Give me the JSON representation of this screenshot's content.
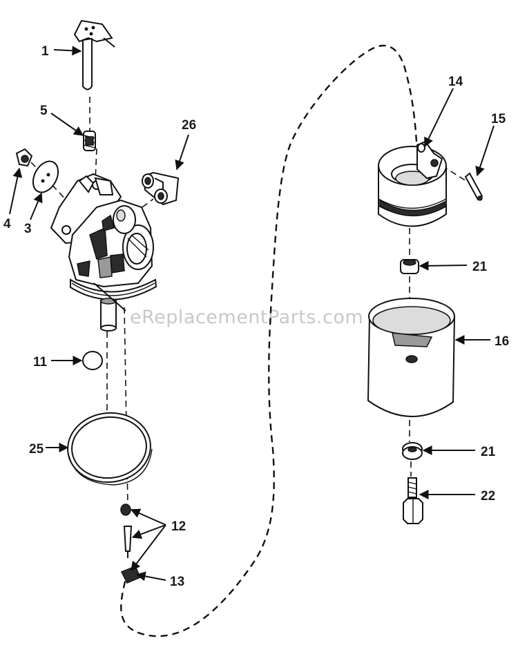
{
  "watermark": "eReplacementParts.com",
  "callouts": {
    "p1": "1",
    "p3": "3",
    "p4": "4",
    "p5": "5",
    "p11": "11",
    "p12": "12",
    "p13": "13",
    "p14": "14",
    "p15": "15",
    "p16": "16",
    "p21a": "21",
    "p21b": "21",
    "p22": "22",
    "p25": "25",
    "p26": "26"
  }
}
